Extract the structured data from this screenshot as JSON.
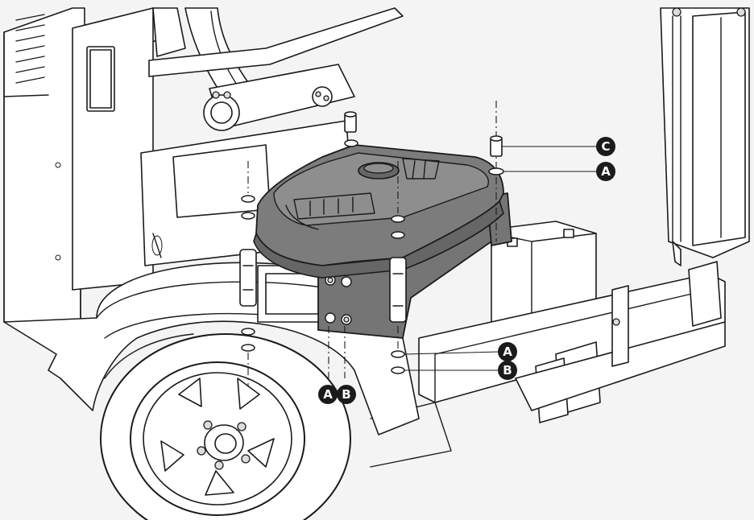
{
  "callouts": [
    {
      "id": "c-top-right",
      "letter": "C"
    },
    {
      "id": "a-top-right",
      "letter": "A"
    },
    {
      "id": "a-lower-right",
      "letter": "A"
    },
    {
      "id": "b-lower-right",
      "letter": "B"
    },
    {
      "id": "a-bottom",
      "letter": "A"
    },
    {
      "id": "b-bottom",
      "letter": "B"
    }
  ],
  "colors": {
    "background": "#f4f4f4",
    "line": "#1b1b1b",
    "tank_fill": "#7c7c7c",
    "callout_fill": "#1b1b1b"
  },
  "icons": [
    "fuel-tank-icon",
    "washer-icon",
    "bolt-icon",
    "spacer-icon",
    "wheel-icon"
  ]
}
